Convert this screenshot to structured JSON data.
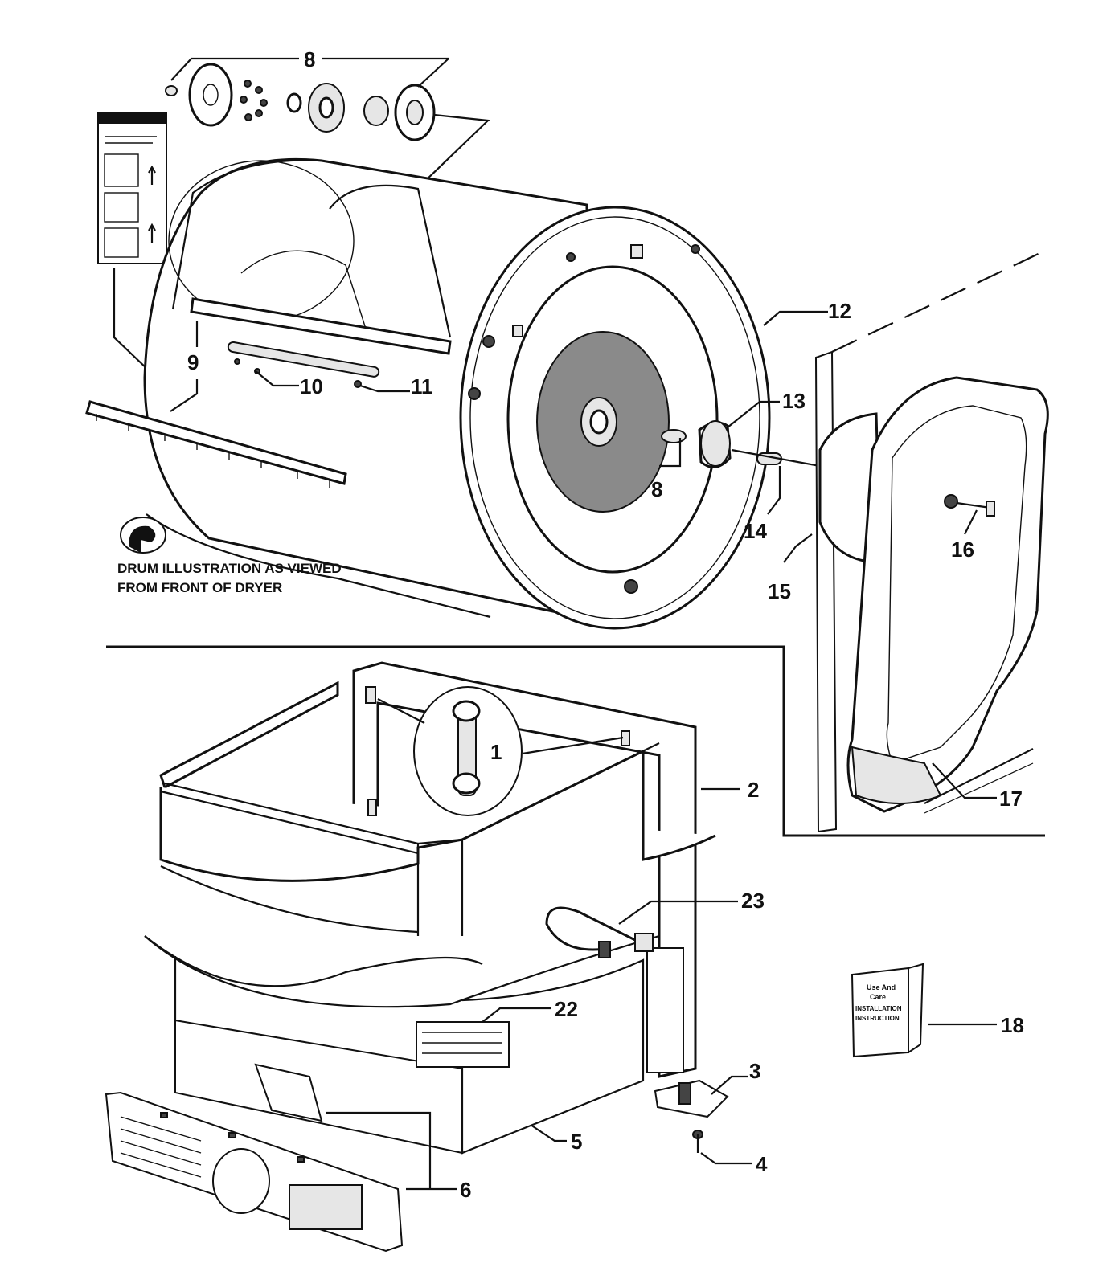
{
  "diagram": {
    "note_line1": "DRUM ILLUSTRATION AS VIEWED",
    "note_line2": "FROM FRONT OF DRYER",
    "manual_line1": "Use And",
    "manual_line2": "Care",
    "manual_line3": "INSTALLATION",
    "manual_line4": "INSTRUCTION",
    "callouts": {
      "c1": "1",
      "c2": "2",
      "c3": "3",
      "c4": "4",
      "c5": "5",
      "c6": "6",
      "c8_top": "8",
      "c8_mid": "8",
      "c9": "9",
      "c10": "10",
      "c11": "11",
      "c12": "12",
      "c13": "13",
      "c14": "14",
      "c15": "15",
      "c16": "16",
      "c17": "17",
      "c18": "18",
      "c22": "22",
      "c23": "23"
    },
    "icons": [
      "eye-view-icon",
      "manual-booklet-icon",
      "screw-icon",
      "warning-label-icon"
    ]
  }
}
